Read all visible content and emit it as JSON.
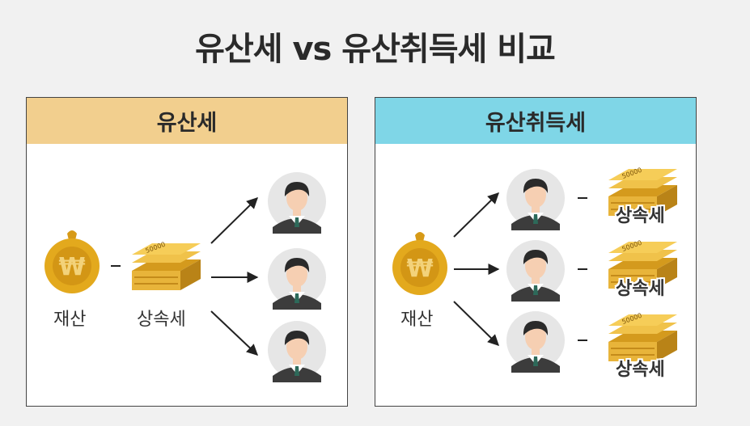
{
  "title": "유산세 vs 유산취득세 비교",
  "left_panel": {
    "header": "유산세",
    "property_label": "재산",
    "tax_label": "상속세",
    "currency_symbol": "₩",
    "bill_number": "50000"
  },
  "right_panel": {
    "header": "유산취득세",
    "property_label": "재산",
    "tax_labels": [
      "상속세",
      "상속세",
      "상속세"
    ],
    "currency_symbol": "₩",
    "bill_number": "50000"
  },
  "colors": {
    "left_header": "#f2cf8e",
    "right_header": "#7fd6e7",
    "gold": "#e3a91d"
  }
}
